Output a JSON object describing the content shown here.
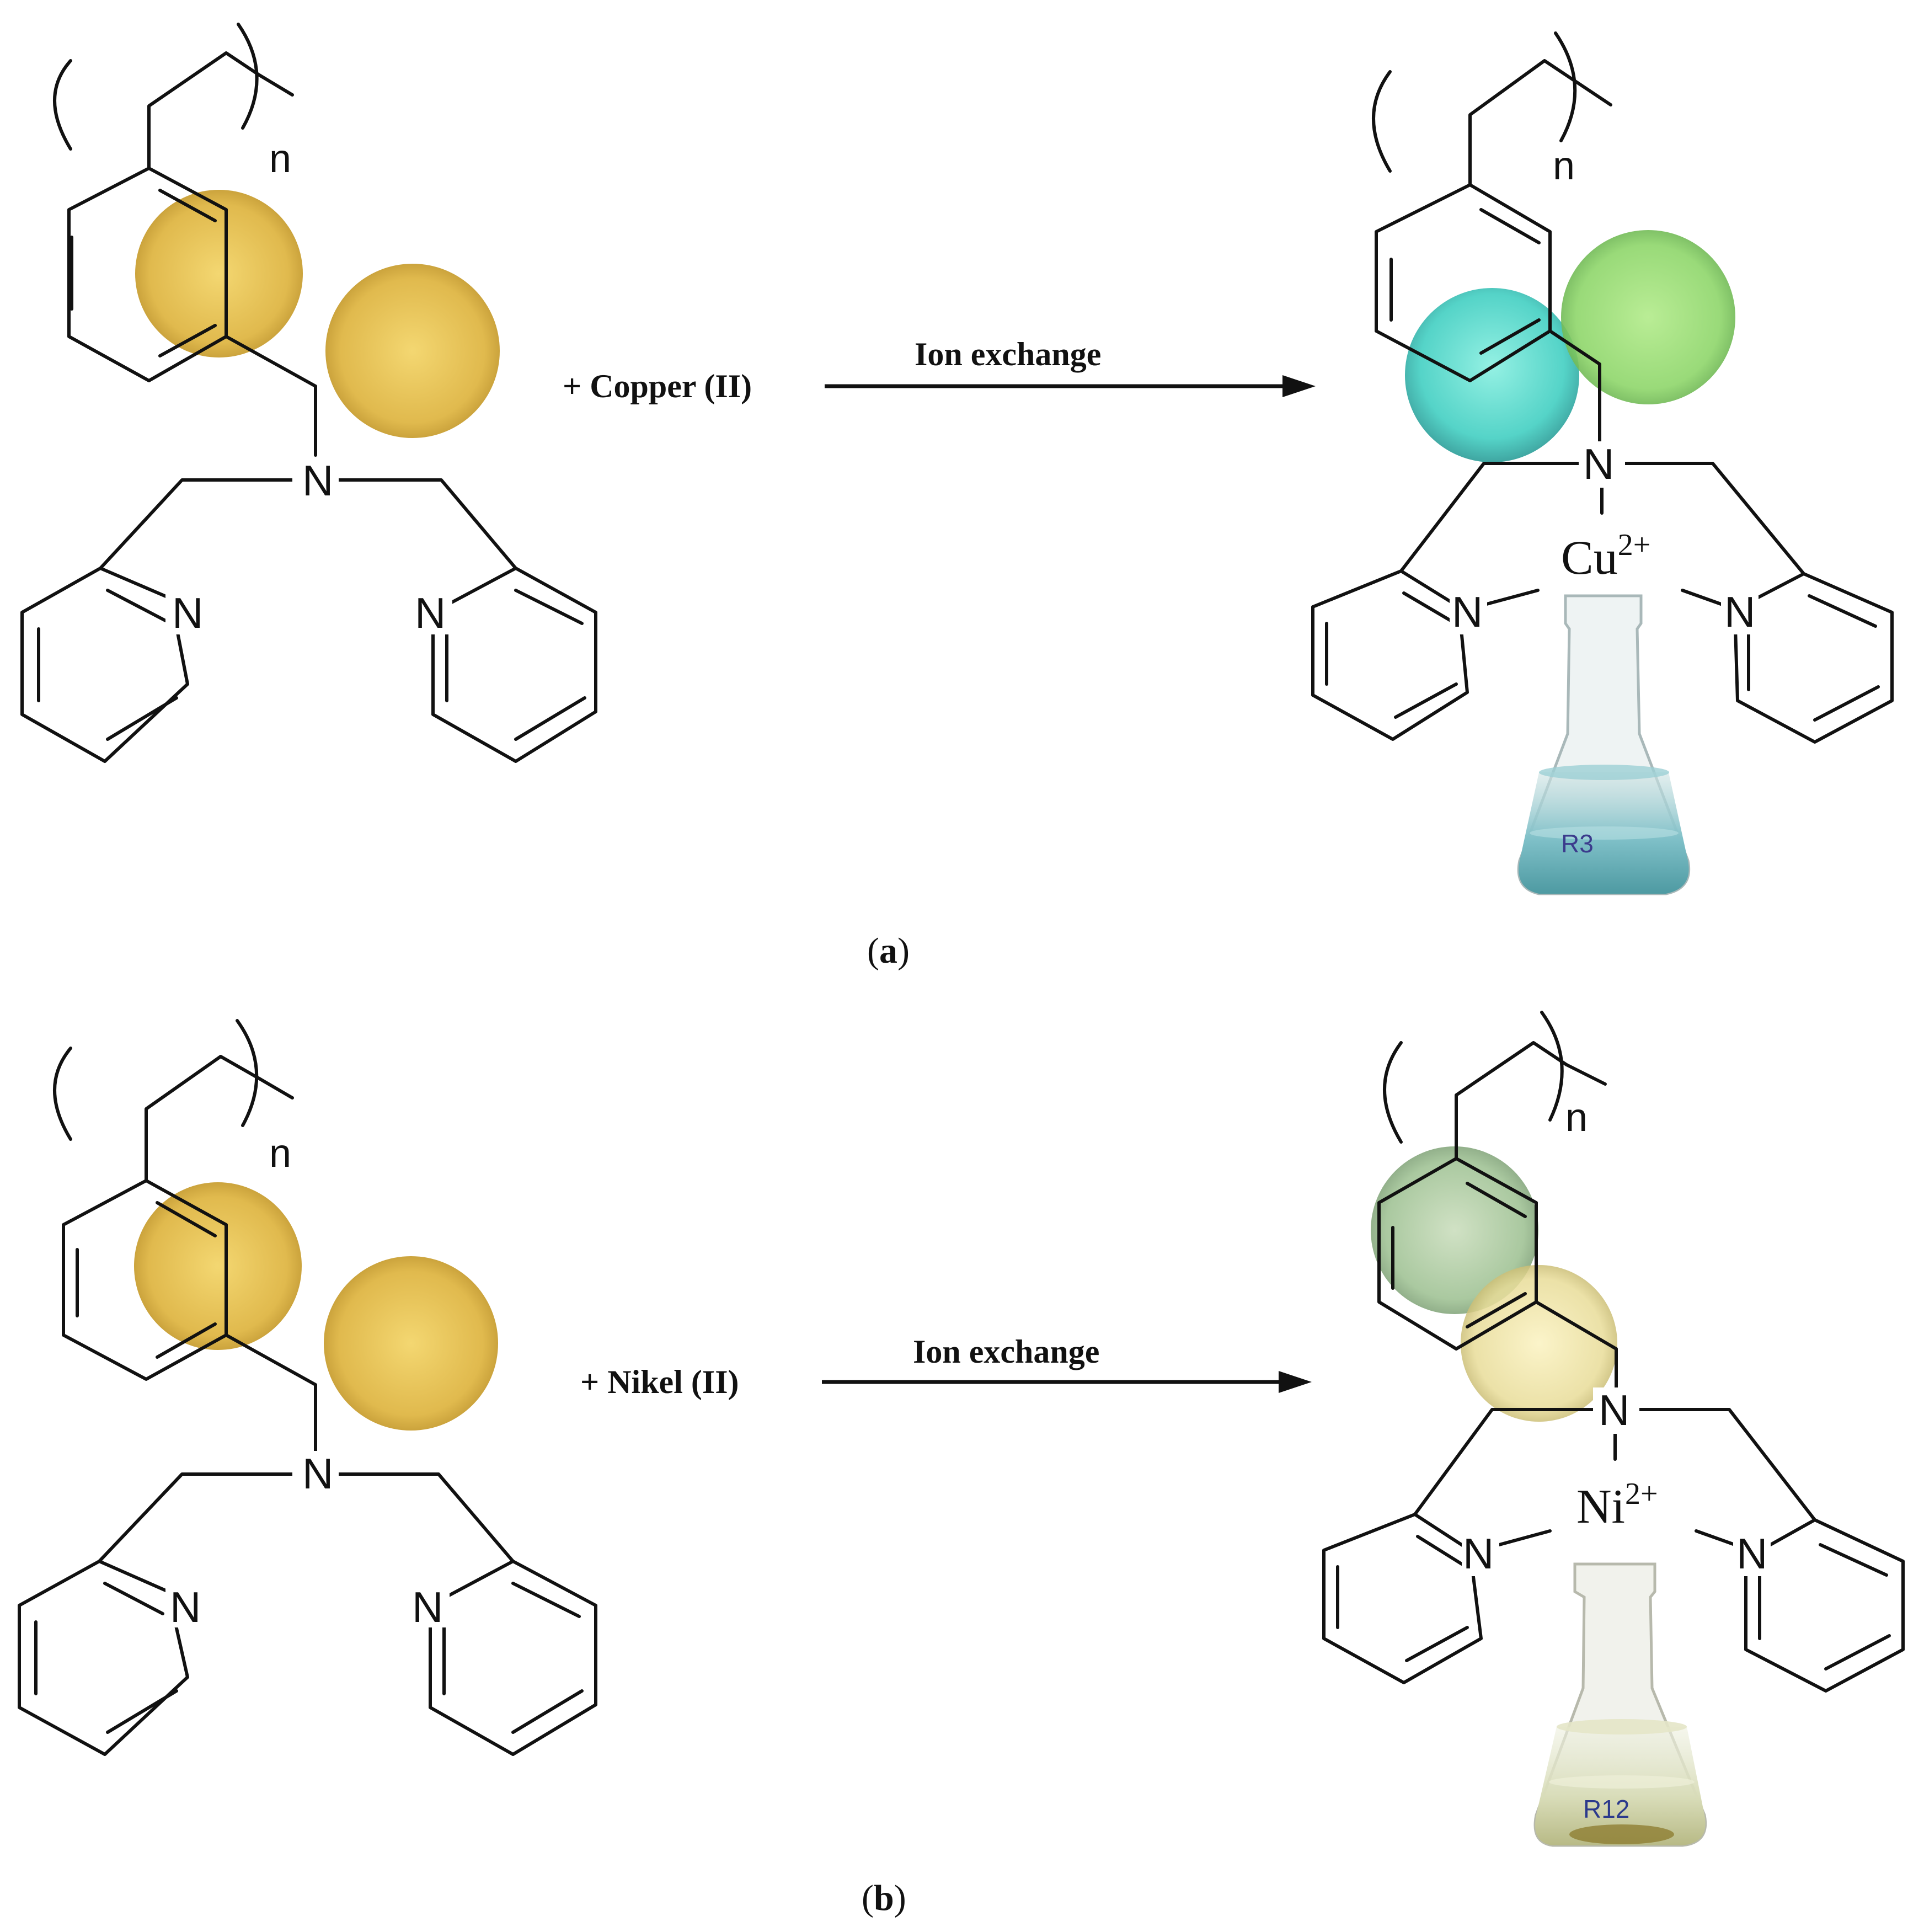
{
  "labels": {
    "atom_n": "N",
    "repeat_n": "n"
  },
  "panel_a": {
    "reagent": "+ Copper (II)",
    "arrow_label": "Ion exchange",
    "ion": "Cu",
    "ion_charge": "2+",
    "panel_letter": "a",
    "flask_label": "R3"
  },
  "panel_b": {
    "reagent": "+ Nikel (II)",
    "arrow_label": "Ion exchange",
    "ion": "Ni",
    "ion_charge": "2+",
    "panel_letter": "b",
    "flask_label": "R12"
  },
  "colors": {
    "bead_yellow": "#d9ad2e",
    "bead_copper_cyan": "#3fcfc4",
    "bead_copper_green": "#8ed66a",
    "bead_nickel_green": "#9bbf8f",
    "bead_nickel_pale": "#e8dc98",
    "solution_copper": "#6fb3bb",
    "solution_nickel": "#d8dcb8"
  }
}
